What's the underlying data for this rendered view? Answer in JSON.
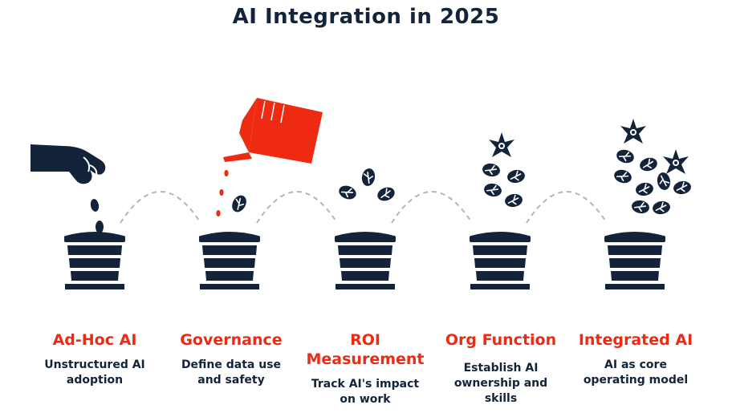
{
  "title": "AI Integration in 2025",
  "colors": {
    "navy": "#13243a",
    "accent": "#ee2a12",
    "connector": "#b5b5b5"
  },
  "stages": [
    {
      "title": "Ad-Hoc AI",
      "description": "Unstructured AI adoption",
      "icon": "hand-dropping-seed-icon"
    },
    {
      "title": "Governance",
      "description": "Define data use and safety",
      "icon": "watering-can-icon"
    },
    {
      "title": "ROI Measurement",
      "description": "Track AI's impact on work",
      "icon": "sprouting-leaves-icon"
    },
    {
      "title": "Org Function",
      "description": "Establish AI ownership and skills",
      "icon": "growing-plant-icon"
    },
    {
      "title": "Integrated AI",
      "description": "AI as core operating model",
      "icon": "flowering-plant-icon"
    }
  ]
}
